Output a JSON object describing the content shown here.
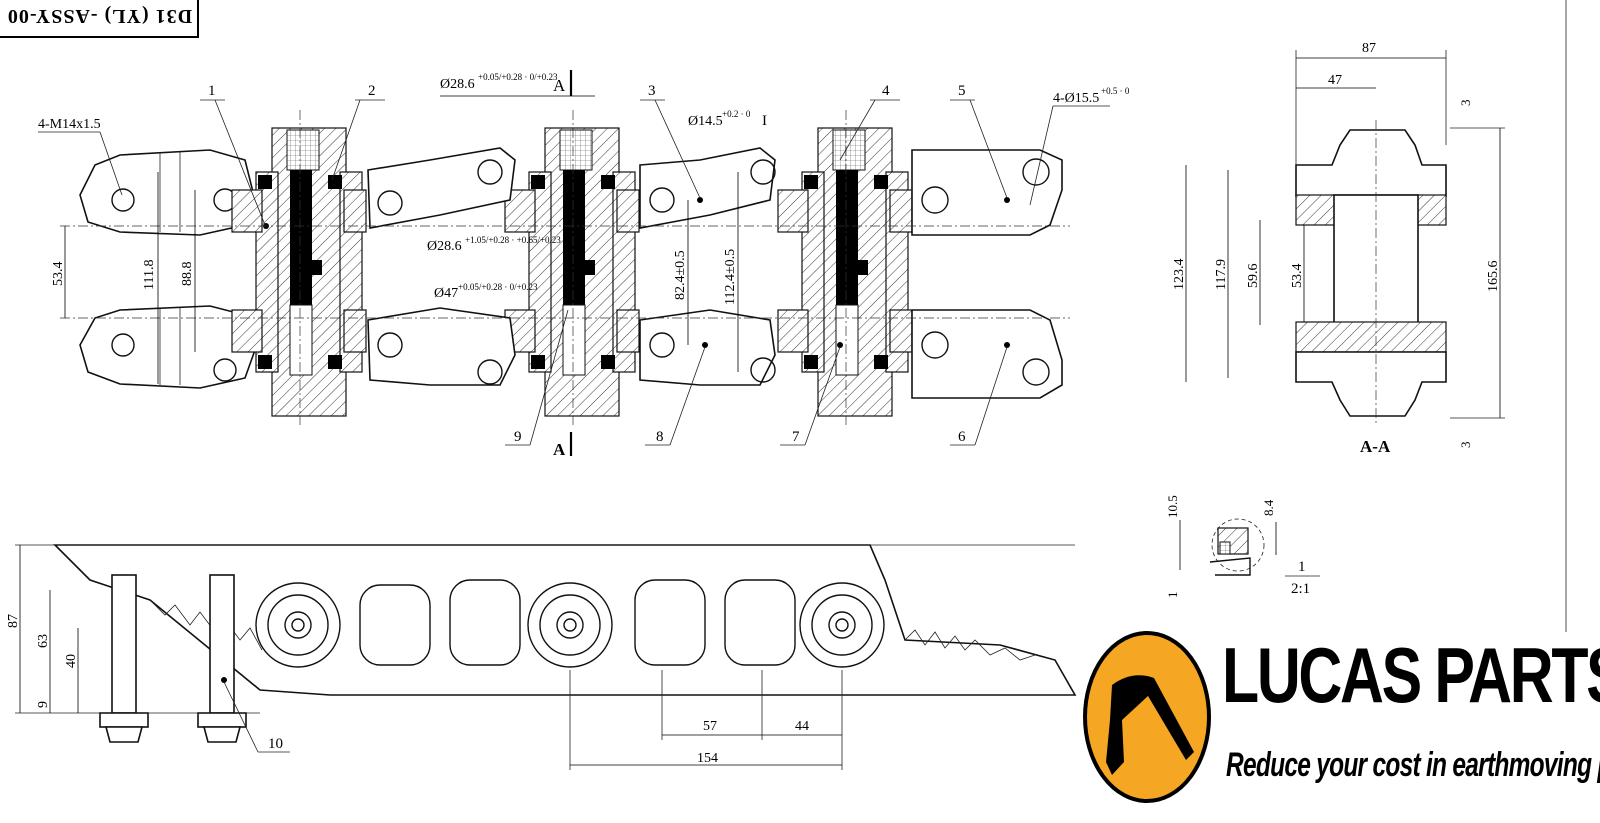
{
  "drawing": {
    "title": "D31 (YL) -ASSY-00",
    "section_label_top": "A",
    "section_label_bottom": "A",
    "section_view_label": "A-A",
    "detail_label": "I",
    "detail_marker": "1",
    "detail_scale": "2:1",
    "part_callouts": [
      "1",
      "2",
      "3",
      "4",
      "5",
      "6",
      "7",
      "8",
      "9",
      "10"
    ],
    "notes": {
      "thread": "4-M14x1.5",
      "bore_pin": "Ø28.6",
      "bore_pin_tol": "+0.05/+0.28 · 0/+0.23",
      "bore_bush": "Ø28.6",
      "bore_bush_tol": "+1.05/+0.28 · +0.65/+0.23",
      "bore_outer": "Ø47",
      "bore_outer_tol": "+0.05/+0.28 · 0/+0.23",
      "hole_small": "Ø14.5",
      "hole_small_tol": "+0.2 · 0",
      "holes_shoe": "4-Ø15.5",
      "holes_shoe_tol": "+0.5 · 0"
    },
    "dims_plan": [
      "53.4",
      "111.8",
      "88.8",
      "82.4±0.5",
      "112.4±0.5"
    ],
    "dims_section": [
      "87",
      "47",
      "3",
      "123.4",
      "117.9",
      "59.6",
      "53.4",
      "165.6",
      "3"
    ],
    "dims_detail": [
      "10.5",
      "8.4",
      "1"
    ],
    "dims_side": [
      "87",
      "63",
      "40",
      "9",
      "57",
      "44",
      "154"
    ]
  },
  "brand": {
    "name": "LUCAS PARTS",
    "tagline": "Reduce your cost in earthmoving parts",
    "accent_color": "#F5A623",
    "icon": "pickaxe-icon"
  }
}
